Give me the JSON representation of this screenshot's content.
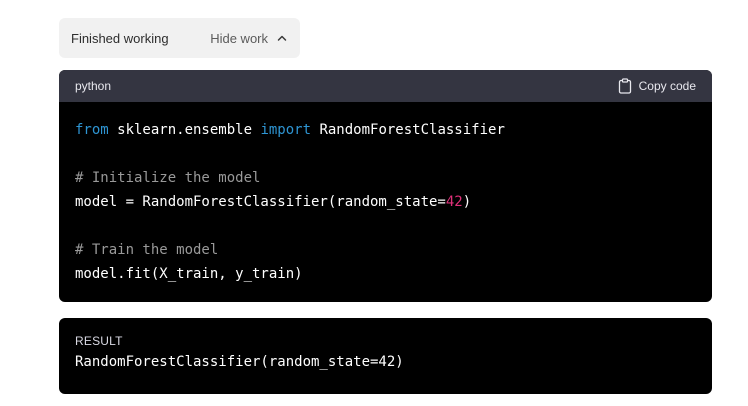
{
  "status": {
    "label": "Finished working",
    "toggle_label": "Hide work"
  },
  "code_block": {
    "language": "python",
    "copy_label": "Copy code",
    "lines": {
      "l1": {
        "kw1": "from",
        "mid": " sklearn.ensemble ",
        "kw2": "import",
        "tail": " RandomForestClassifier"
      },
      "l3": "# Initialize the model",
      "l4": {
        "pre": "model = RandomForestClassifier(random_state=",
        "num": "42",
        "post": ")"
      },
      "l6": "# Train the model",
      "l7": "model.fit(X_train, y_train)"
    }
  },
  "result": {
    "label": "RESULT",
    "text": "RandomForestClassifier(random_state=42)"
  },
  "colors": {
    "keyword": "#2e95d3",
    "comment": "#999999",
    "number": "#df3079",
    "code_background": "#000000",
    "header_background": "#343541"
  },
  "icons": {
    "toggle": "chevron-up-icon",
    "copy": "clipboard-icon"
  }
}
